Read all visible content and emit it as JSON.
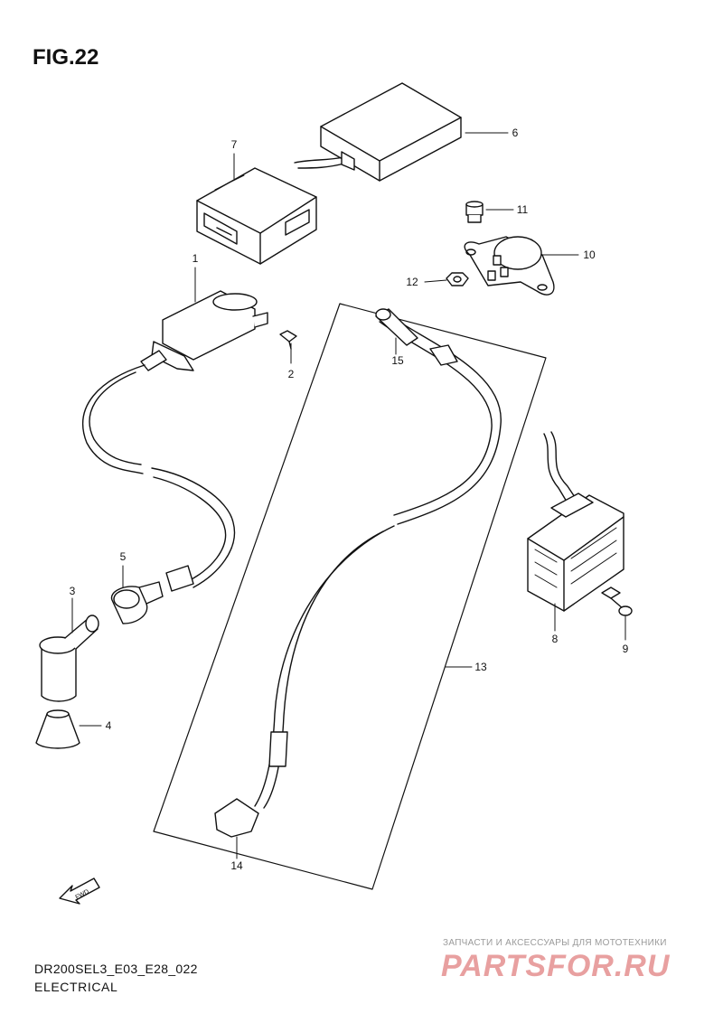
{
  "figure": {
    "title": "FIG.22"
  },
  "parts": [
    {
      "ref": "1"
    },
    {
      "ref": "2"
    },
    {
      "ref": "3"
    },
    {
      "ref": "4"
    },
    {
      "ref": "5"
    },
    {
      "ref": "6"
    },
    {
      "ref": "7"
    },
    {
      "ref": "8"
    },
    {
      "ref": "9"
    },
    {
      "ref": "10"
    },
    {
      "ref": "11"
    },
    {
      "ref": "12"
    },
    {
      "ref": "13"
    },
    {
      "ref": "14"
    },
    {
      "ref": "15"
    }
  ],
  "direction_marker": {
    "label": "FWD"
  },
  "footer": {
    "code": "DR200SEL3_E03_E28_022",
    "title": "ELECTRICAL"
  },
  "watermark": {
    "tagline": "ЗАПЧАСТИ И АКСЕССУАРЫ ДЛЯ МОТОТЕХНИКИ",
    "logo_text": "PARTSFOR.RU",
    "color": "#e8a0a0"
  }
}
